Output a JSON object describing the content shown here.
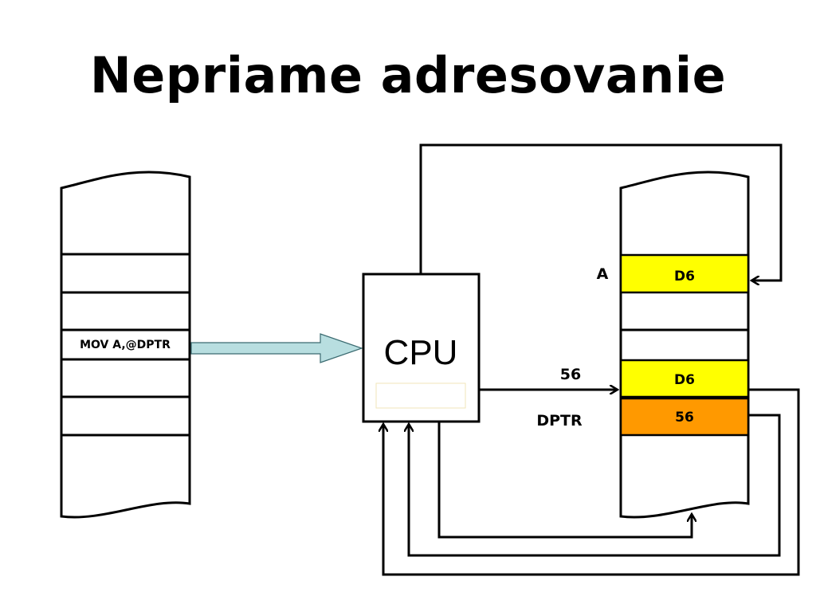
{
  "title": "Nepriame adresovanie",
  "program_memory": {
    "instruction": "MOV A,@DPTR"
  },
  "cpu": {
    "label": "CPU"
  },
  "data_memory": {
    "register_a_label": "A",
    "register_a_value": "D6",
    "target_cell_value": "D6",
    "dptr_label": "DPTR",
    "dptr_value": "56",
    "address_bus_value": "56"
  },
  "colors": {
    "cell_yellow": "#FFFF00",
    "cell_orange": "#FF9900",
    "instruction_arrow_fill": "#B8DEE0"
  }
}
